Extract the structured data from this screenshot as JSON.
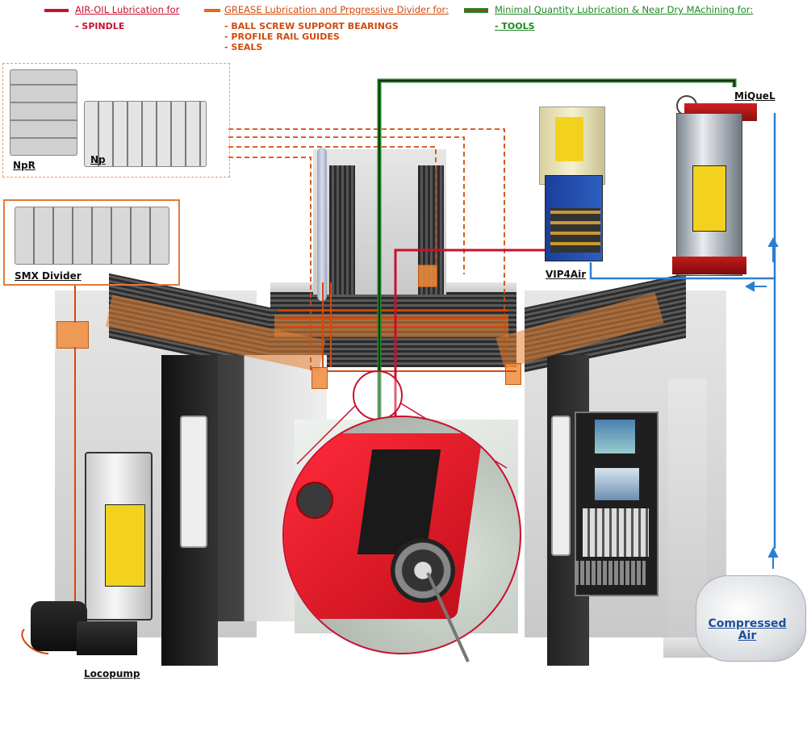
{
  "legend": {
    "red": {
      "title": "AIR-OIL Lubrication for",
      "items": [
        "- SPINDLE"
      ],
      "color": "#c8102e"
    },
    "orange": {
      "title": "GREASE Lubrication and Prpgressive Divider for:",
      "items": [
        "- BALL SCREW SUPPORT BEARINGS",
        "- PROFILE RAIL GUIDES",
        "- SEALS"
      ],
      "color": "#d24a0c"
    },
    "green": {
      "title": "Minimal Quantity Lubrication & Near Dry MAchining for:",
      "items": [
        "- TOOLS"
      ],
      "color": "#1e8a22"
    }
  },
  "labels": {
    "npr": "NpR",
    "np": "Np",
    "smx": "SMX Divider",
    "vip4air": "VIP4Air",
    "miquel": "MiQueL",
    "locopump": "Locopump",
    "compressed_air_1": "Compressed",
    "compressed_air_2": "Air"
  },
  "colors": {
    "air_line": "#2a7fd4",
    "grease_line": "#d24a0c",
    "air_oil_line": "#c8102e",
    "mql_line": "#1e8a22",
    "spindle_head": "#e8202e"
  }
}
